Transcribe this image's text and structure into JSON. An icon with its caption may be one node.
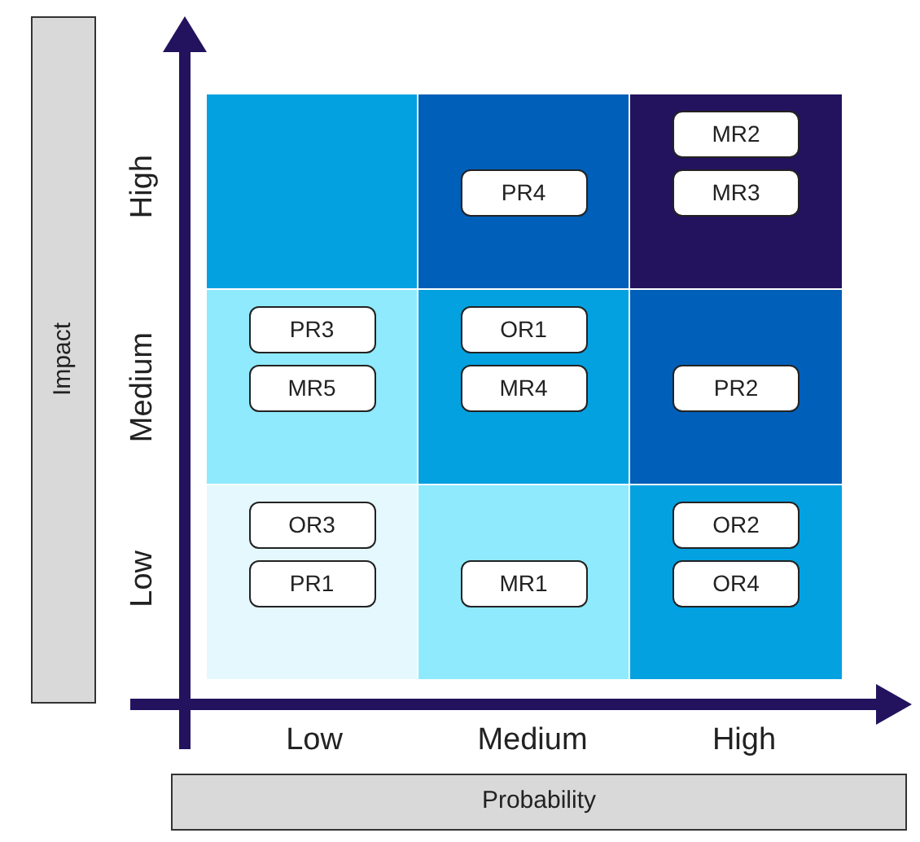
{
  "diagram": {
    "nodes": [
      {
        "text": [
          "Impact"
        ]
      },
      {
        "text": [],
        "shape": "box"
      },
      {
        "text": [],
        "shape": "box"
      },
      {
        "text": [
          "PR4"
        ],
        "in": 2
      },
      {
        "text": [],
        "shape": "box"
      },
      {
        "text": [
          "MR2"
        ],
        "in": 4
      },
      {
        "text": [
          "MR3"
        ],
        "in": 4
      },
      {
        "text": [],
        "shape": "box"
      },
      {
        "text": [
          "PR3"
        ],
        "in": 7
      },
      {
        "text": [
          "MR5"
        ],
        "in": 7
      },
      {
        "text": [],
        "shape": "box"
      },
      {
        "text": [
          "OR1"
        ],
        "in": 10
      },
      {
        "text": [
          "MR4"
        ],
        "in": 10
      },
      {
        "text": [],
        "shape": "box"
      },
      {
        "text": [
          "PR2"
        ],
        "in": 13
      },
      {
        "text": [],
        "shape": "box"
      },
      {
        "text": [
          "OR3"
        ],
        "in": 15
      },
      {
        "text": [
          "PR1"
        ],
        "in": 15
      },
      {
        "text": [],
        "shape": "box"
      },
      {
        "text": [
          "MR1"
        ],
        "in": 18
      },
      {
        "text": [],
        "shape": "box"
      },
      {
        "text": [
          "OR2"
        ],
        "in": 20
      },
      {
        "text": [
          "OR4"
        ],
        "in": 20
      },
      {
        "text": [
          "Probability"
        ]
      }
    ],
    "edges": [],
    "labels": [
      "High",
      "Medium",
      "Low",
      "Low",
      "Medium",
      "High"
    ]
  }
}
